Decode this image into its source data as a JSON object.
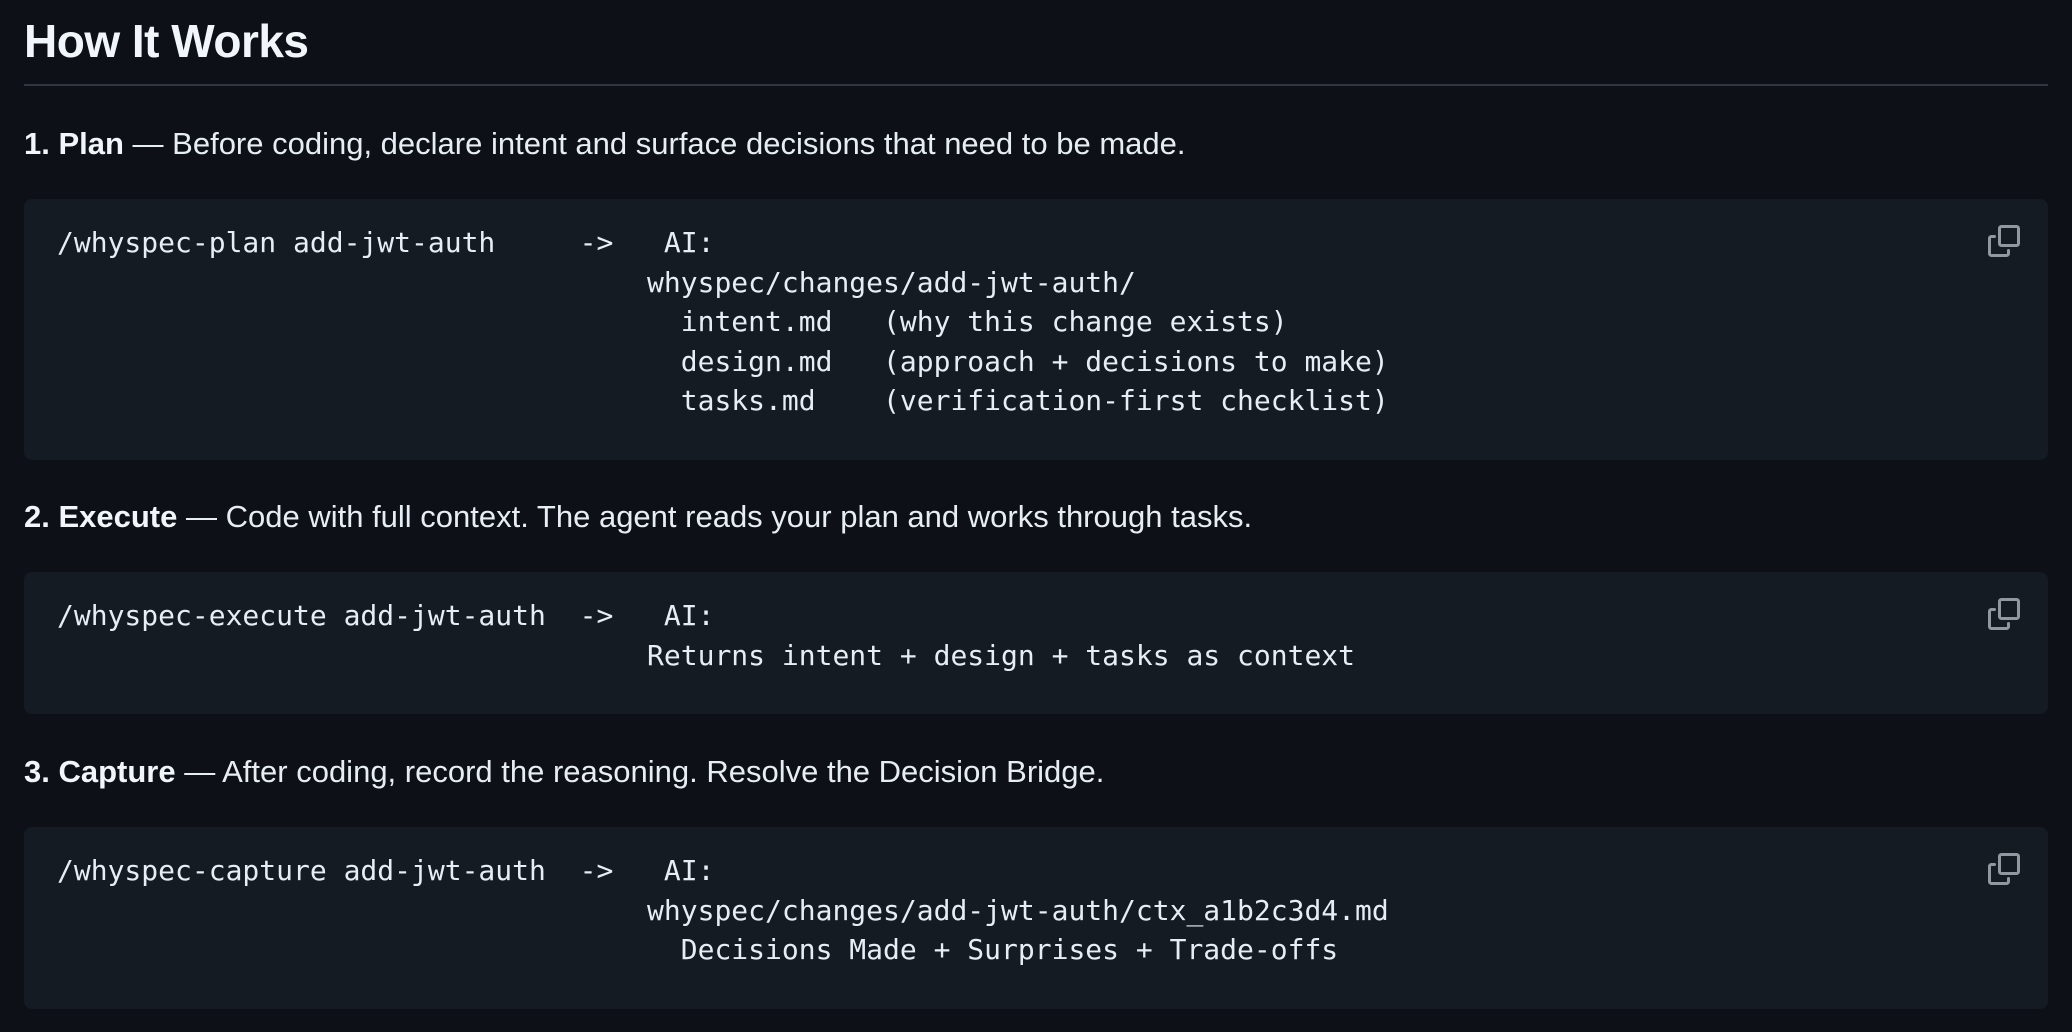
{
  "heading": "How It Works",
  "steps": [
    {
      "label": "1. Plan",
      "description": " — Before coding, declare intent and surface decisions that need to be made.",
      "code": "/whyspec-plan add-jwt-auth     ->   AI:\n                                   whyspec/changes/add-jwt-auth/\n                                     intent.md   (why this change exists)\n                                     design.md   (approach + decisions to make)\n                                     tasks.md    (verification-first checklist)",
      "copy_icon": "copy-icon"
    },
    {
      "label": "2. Execute",
      "description": " — Code with full context. The agent reads your plan and works through tasks.",
      "code": "/whyspec-execute add-jwt-auth  ->   AI:\n                                   Returns intent + design + tasks as context",
      "copy_icon": "copy-icon"
    },
    {
      "label": "3. Capture",
      "description": " — After coding, record the reasoning. Resolve the Decision Bridge.",
      "code": "/whyspec-capture add-jwt-auth  ->   AI:\n                                   whyspec/changes/add-jwt-auth/ctx_a1b2c3d4.md\n                                     Decisions Made + Surprises + Trade-offs",
      "copy_icon": "copy-icon"
    }
  ],
  "colors": {
    "background": "#0d1117",
    "code_background": "#151b23",
    "text": "#e6edf3",
    "rule": "#30363d",
    "icon": "#9198a1"
  }
}
